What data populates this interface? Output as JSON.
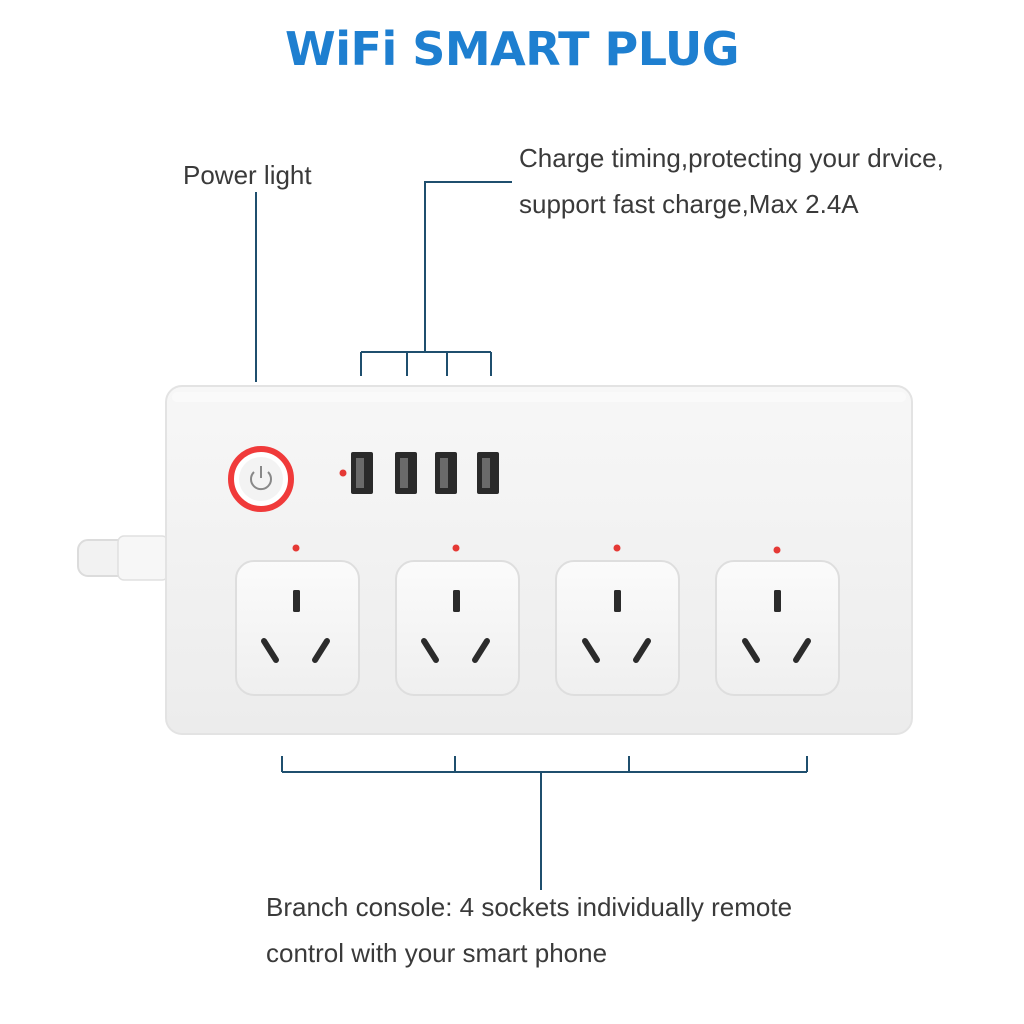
{
  "title": "WiFi SMART PLUG",
  "callouts": {
    "power_light": "Power light",
    "usb_line1": "Charge timing,protecting your drvice,",
    "usb_line2": "support fast charge,Max 2.4A",
    "branch_line1": "Branch console: 4 sockets individually remote",
    "branch_line2": "control with your smart phone"
  },
  "product": {
    "usb_port_count": 4,
    "socket_count": 4,
    "icons": [
      "power-button-icon",
      "usb-port-icon",
      "ac-socket-icon",
      "indicator-led-icon"
    ]
  },
  "colors": {
    "title": "#1e7fd0",
    "callout_line": "#1f4f6e",
    "indicator_red": "#e53935",
    "power_ring": "#f03a3a",
    "body": "#f4f4f4"
  }
}
